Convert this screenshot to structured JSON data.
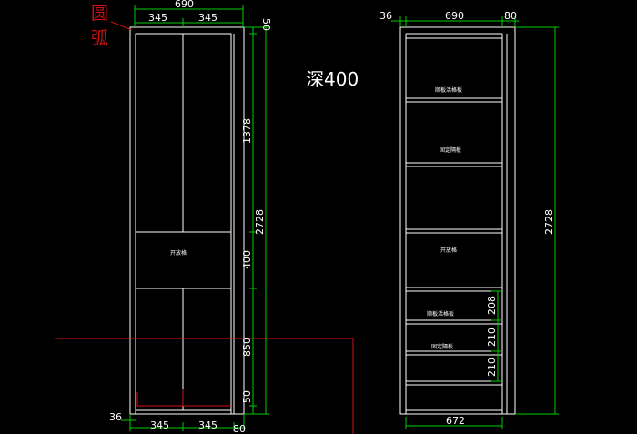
{
  "notes": {
    "depth": "深400",
    "arc_char1": "圆",
    "arc_char2": "弧"
  },
  "colors": {
    "background": "#000000",
    "dimension": "#00cc00",
    "cabinet": "#ffffff",
    "annotation": "#d01010"
  },
  "front_view": {
    "dims": {
      "top_total": "690",
      "top_left": "345",
      "top_right": "345",
      "top_side": "50",
      "side_upper": "1378",
      "side_total": "2728",
      "side_middle": "400",
      "side_lower": "850",
      "side_bottom": "50",
      "bottom_offset": "36",
      "bottom_left": "345",
      "bottom_right": "345",
      "bottom_side": "80"
    },
    "compartment_label": "开放格"
  },
  "side_view": {
    "dims": {
      "top_offset": "36",
      "top_total": "690",
      "top_side": "80",
      "right_total": "2728",
      "shelf_a": "208",
      "shelf_b": "210",
      "shelf_c": "210",
      "bottom_total": "672"
    },
    "labels": {
      "shelf1": "顺板活格板",
      "shelf2": "固定隔板",
      "open": "开放格",
      "shelf3": "顺板活格板",
      "shelf4": "固定隔板"
    }
  }
}
